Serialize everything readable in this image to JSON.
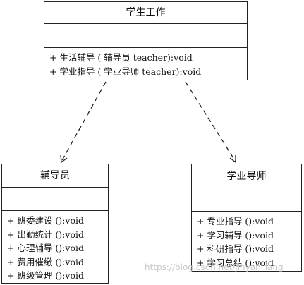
{
  "classes": {
    "student_work": {
      "name": "学生工作",
      "operations": [
        "+ 生活辅导 ( 辅导员 teacher):void",
        "+ 学业指导 ( 学业导师 teacher):void"
      ]
    },
    "counselor": {
      "name": "辅导员",
      "operations": [
        "+ 班委建设 ():void",
        "+ 出勤统计 ():void",
        "+ 心理辅导 ():void",
        "+ 费用催缴 ():void",
        "+ 班级管理 ():void"
      ]
    },
    "advisor": {
      "name": "学业导师",
      "operations": [
        "+ 专业指导 ():void",
        "+ 学习辅导 ():void",
        "+ 科研指导 ():void",
        "+ 学习总结 ():void"
      ]
    }
  },
  "relations": [
    {
      "from": "student_work",
      "to": "counselor",
      "type": "dependency"
    },
    {
      "from": "student_work",
      "to": "advisor",
      "type": "dependency"
    }
  ],
  "watermark": "https://blog.csdn.net/jinyan_lang",
  "colors": {
    "line": "#222222",
    "background": "#ffffff",
    "watermark": "#c8c8c8"
  }
}
